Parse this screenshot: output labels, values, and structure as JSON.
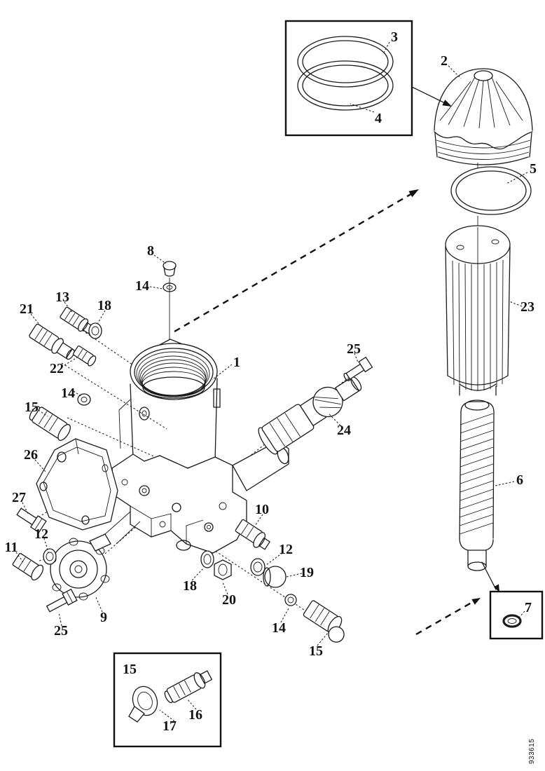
{
  "colors": {
    "ink": "#1a1a1a",
    "paper": "#ffffff"
  },
  "sheet_code": "933615",
  "callouts": [
    {
      "text": "3"
    },
    {
      "text": "4"
    },
    {
      "text": "2"
    },
    {
      "text": "5"
    },
    {
      "text": "23"
    },
    {
      "text": "6"
    },
    {
      "text": "7"
    },
    {
      "text": "8"
    },
    {
      "text": "14"
    },
    {
      "text": "1"
    },
    {
      "text": "21"
    },
    {
      "text": "13"
    },
    {
      "text": "18"
    },
    {
      "text": "22"
    },
    {
      "text": "14"
    },
    {
      "text": "15"
    },
    {
      "text": "26"
    },
    {
      "text": "27"
    },
    {
      "text": "12"
    },
    {
      "text": "11"
    },
    {
      "text": "25"
    },
    {
      "text": "9"
    },
    {
      "text": "10"
    },
    {
      "text": "12"
    },
    {
      "text": "19"
    },
    {
      "text": "18"
    },
    {
      "text": "20"
    },
    {
      "text": "14"
    },
    {
      "text": "15"
    },
    {
      "text": "25"
    },
    {
      "text": "24"
    },
    {
      "text": "15"
    },
    {
      "text": "16"
    },
    {
      "text": "17"
    }
  ]
}
